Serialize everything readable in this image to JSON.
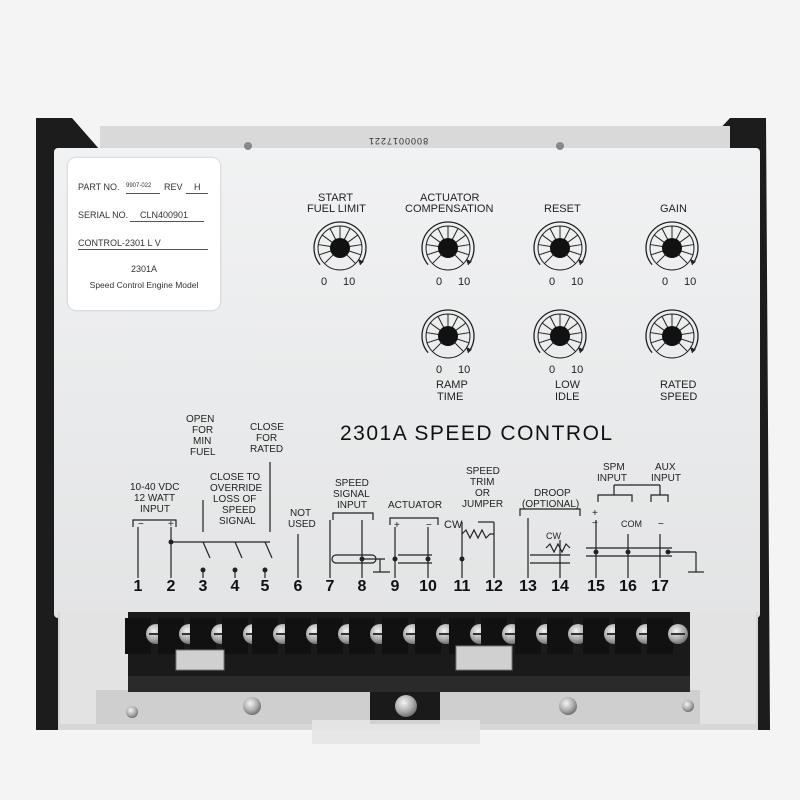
{
  "nameplate": {
    "part_no_label": "PART NO.",
    "part_no_value": "9907-022",
    "rev_label": "REV",
    "rev_value": "H",
    "serial_label": "SERIAL NO.",
    "serial_value": "CLN400901",
    "control_model": "CONTROL-2301 L V",
    "model": "2301A",
    "description": "Speed Control Engine Model"
  },
  "top_sticker": "8000017221",
  "title": "2301A  SPEED  CONTROL",
  "potentiometers": [
    {
      "id": "start-fuel-limit",
      "label_top_1": "START",
      "label_top_2": "FUEL  LIMIT",
      "min": "0",
      "max": "10"
    },
    {
      "id": "actuator-compensation",
      "label_top_1": "ACTUATOR",
      "label_top_2": "COMPENSATION",
      "min": "0",
      "max": "10"
    },
    {
      "id": "reset",
      "label_top_1": "RESET",
      "label_top_2": "",
      "min": "0",
      "max": "10"
    },
    {
      "id": "gain",
      "label_top_1": "GAIN",
      "label_top_2": "",
      "min": "0",
      "max": "10"
    },
    {
      "id": "ramp-time",
      "label_bottom_1": "RAMP",
      "label_bottom_2": "TIME",
      "min": "0",
      "max": "10"
    },
    {
      "id": "low-idle",
      "label_bottom_1": "LOW",
      "label_bottom_2": "IDLE",
      "min": "0",
      "max": "10"
    },
    {
      "id": "rated-speed",
      "label_bottom_1": "RATED",
      "label_bottom_2": "SPEED"
    }
  ],
  "wiring_labels": {
    "power_1": "10-40 VDC",
    "power_2": "12 WATT",
    "power_3": "INPUT",
    "open_1": "OPEN",
    "open_2": "FOR",
    "open_3": "MIN",
    "open_4": "FUEL",
    "close_rated_1": "CLOSE",
    "close_rated_2": "FOR",
    "close_rated_3": "RATED",
    "override_1": "CLOSE  TO",
    "override_2": "OVERRIDE",
    "override_3": "LOSS  OF",
    "override_4": "SPEED",
    "override_5": "SIGNAL",
    "not_used_1": "NOT",
    "not_used_2": "USED",
    "speed_sig_1": "SPEED",
    "speed_sig_2": "SIGNAL",
    "speed_sig_3": "INPUT",
    "actuator": "ACTUATOR",
    "trim_1": "SPEED",
    "trim_2": "TRIM",
    "trim_3": "OR",
    "trim_4": "JUMPER",
    "droop_1": "DROOP",
    "droop_2": "(OPTIONAL)",
    "spm_1": "SPM",
    "spm_2": "INPUT",
    "aux_1": "AUX",
    "aux_2": "INPUT",
    "cw": "CW",
    "cw2": "CW",
    "com": "COM",
    "plus": "+",
    "minus": "−",
    "plus2": "+",
    "minus2": "−",
    "plus3": "+",
    "minus3": "−"
  },
  "terminals": [
    "1",
    "2",
    "3",
    "4",
    "5",
    "6",
    "7",
    "8",
    "9",
    "10",
    "11",
    "12",
    "13",
    "14",
    "15",
    "16",
    "17"
  ],
  "colors": {
    "housing": "#1c1c1c",
    "panel": "#e9eaeb",
    "terminal_block": "#1a1a1a",
    "screw": "#b9b9b9"
  }
}
